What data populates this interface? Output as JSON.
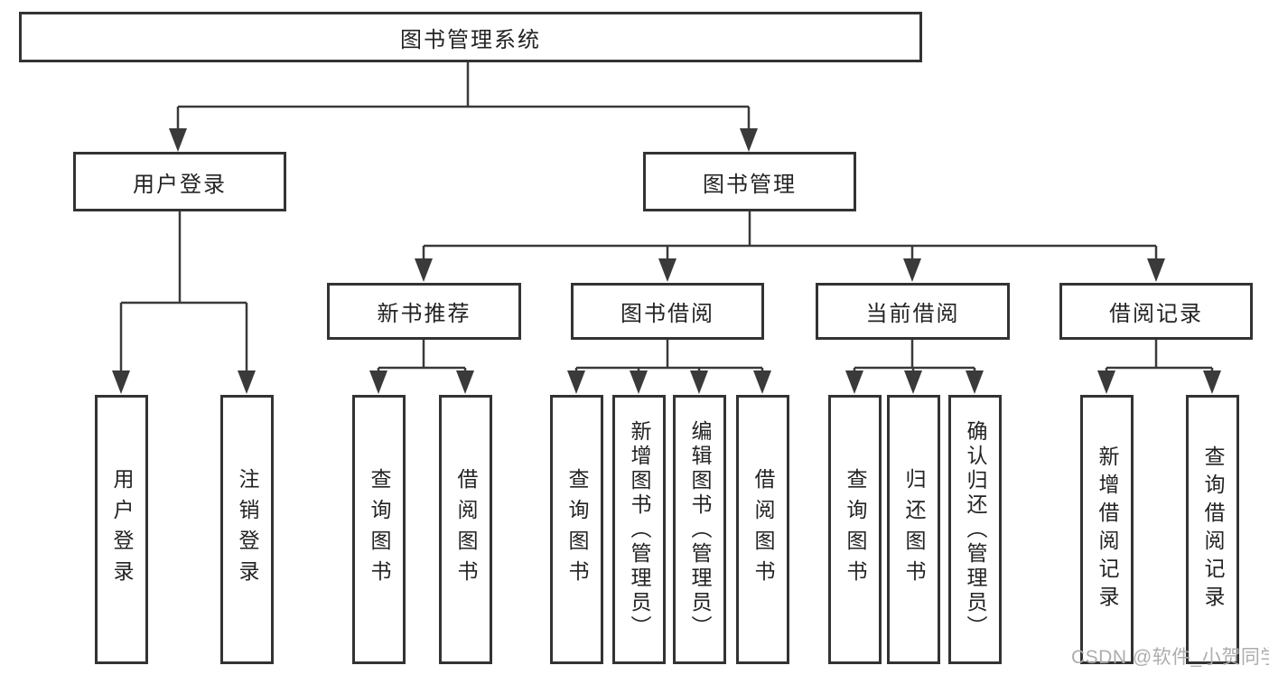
{
  "diagram": {
    "title_node": {
      "label": "图书管理系统"
    },
    "user_login": {
      "label": "用户登录",
      "children": [
        {
          "label": "用户登录"
        },
        {
          "label": "注销登录"
        }
      ]
    },
    "book_management": {
      "label": "图书管理",
      "sections": [
        {
          "label": "新书推荐",
          "children": [
            {
              "label": "查询图书"
            },
            {
              "label": "借阅图书"
            }
          ]
        },
        {
          "label": "图书借阅",
          "children": [
            {
              "label": "查询图书"
            },
            {
              "label": "新增图书（管理员）"
            },
            {
              "label": "编辑图书（管理员）"
            },
            {
              "label": "借阅图书"
            }
          ]
        },
        {
          "label": "当前借阅",
          "children": [
            {
              "label": "查询图书"
            },
            {
              "label": "归还图书"
            },
            {
              "label": "确认归还（管理员）"
            }
          ]
        },
        {
          "label": "借阅记录",
          "children": [
            {
              "label": "新增借阅记录"
            },
            {
              "label": "查询借阅记录"
            }
          ]
        }
      ]
    }
  },
  "watermark": {
    "text": "CSDN @软件_小贺同学"
  },
  "colors": {
    "line": "#3a3a3a",
    "box_border": "#333333",
    "text": "#232323",
    "watermark": "#adadad",
    "background": "#ffffff"
  }
}
